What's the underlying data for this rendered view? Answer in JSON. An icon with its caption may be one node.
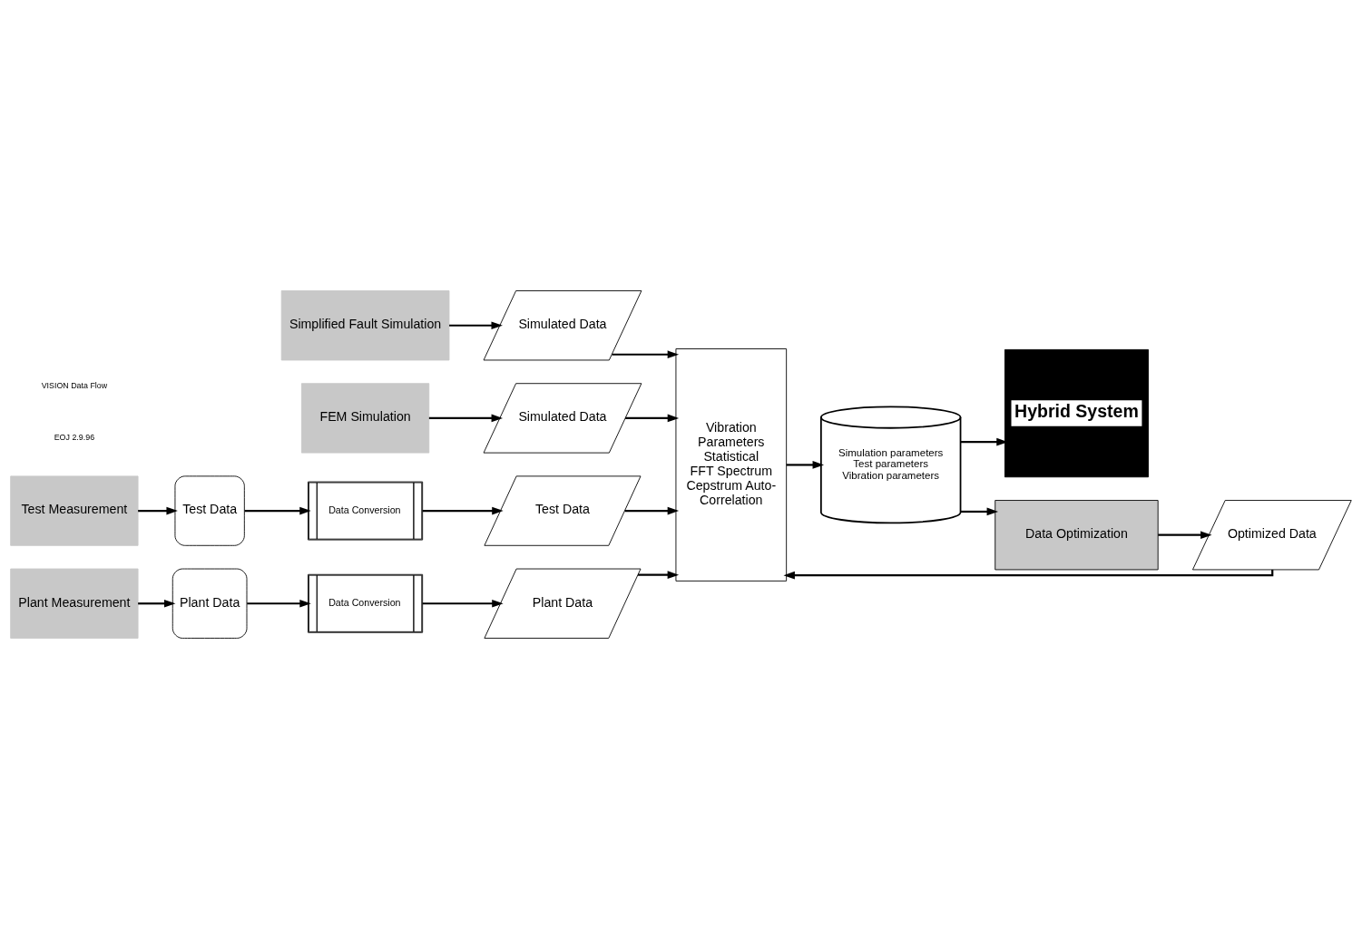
{
  "diagram": {
    "nodes": [
      {
        "text": [
          "Simplified Fault Simulation"
        ]
      },
      {
        "text": [
          "Simulated Data"
        ]
      },
      {
        "text": [
          "FEM Simulation"
        ]
      },
      {
        "text": [
          "Simulated Data"
        ]
      },
      {
        "text": [
          "Test Measurement"
        ]
      },
      {
        "text": [
          "Test Data"
        ]
      },
      {
        "text": [
          "Data Conversion"
        ]
      },
      {
        "text": [
          "Test Data"
        ]
      },
      {
        "text": [
          "Plant Measurement"
        ]
      },
      {
        "text": [
          "Plant Data"
        ]
      },
      {
        "text": [
          "Data Conversion"
        ]
      },
      {
        "text": [
          "Plant Data"
        ]
      },
      {
        "text": [
          "Vibration Parameters Statistical FFT Spectrum Cepstrum Auto-Correlation"
        ]
      },
      {
        "text": [
          "Simulation parameters Test parameters Vibration parameters"
        ]
      },
      {
        "text": [
          "Hybrid System"
        ]
      },
      {
        "text": [
          "Data Optimization"
        ]
      },
      {
        "text": [
          "Optimized Data"
        ]
      }
    ],
    "edges": [
      {
        "from": 0,
        "to": 1,
        "arrow": "to"
      },
      {
        "from": 1,
        "to": 12,
        "arrow": "to"
      },
      {
        "from": 2,
        "to": 3,
        "arrow": "to"
      },
      {
        "from": 3,
        "to": 12,
        "arrow": "to"
      },
      {
        "from": 4,
        "to": 5,
        "arrow": "to"
      },
      {
        "from": 5,
        "to": 6,
        "arrow": "to"
      },
      {
        "from": 6,
        "to": 7,
        "arrow": "to"
      },
      {
        "from": 7,
        "to": 12,
        "arrow": "to"
      },
      {
        "from": 8,
        "to": 9,
        "arrow": "to"
      },
      {
        "from": 9,
        "to": 10,
        "arrow": "to"
      },
      {
        "from": 10,
        "to": 11,
        "arrow": "to"
      },
      {
        "from": 11,
        "to": 12,
        "arrow": "to"
      },
      {
        "from": 12,
        "to": 13,
        "arrow": "to"
      },
      {
        "from": 13,
        "to": 14,
        "arrow": "to"
      },
      {
        "from": 13,
        "to": 15,
        "arrow": "to"
      },
      {
        "from": 15,
        "to": 16,
        "arrow": "to"
      },
      {
        "from": 16,
        "to": 12,
        "arrow": "to"
      }
    ],
    "labels": [
      "VISION Data Flow",
      "EOJ 2.9.96"
    ]
  }
}
